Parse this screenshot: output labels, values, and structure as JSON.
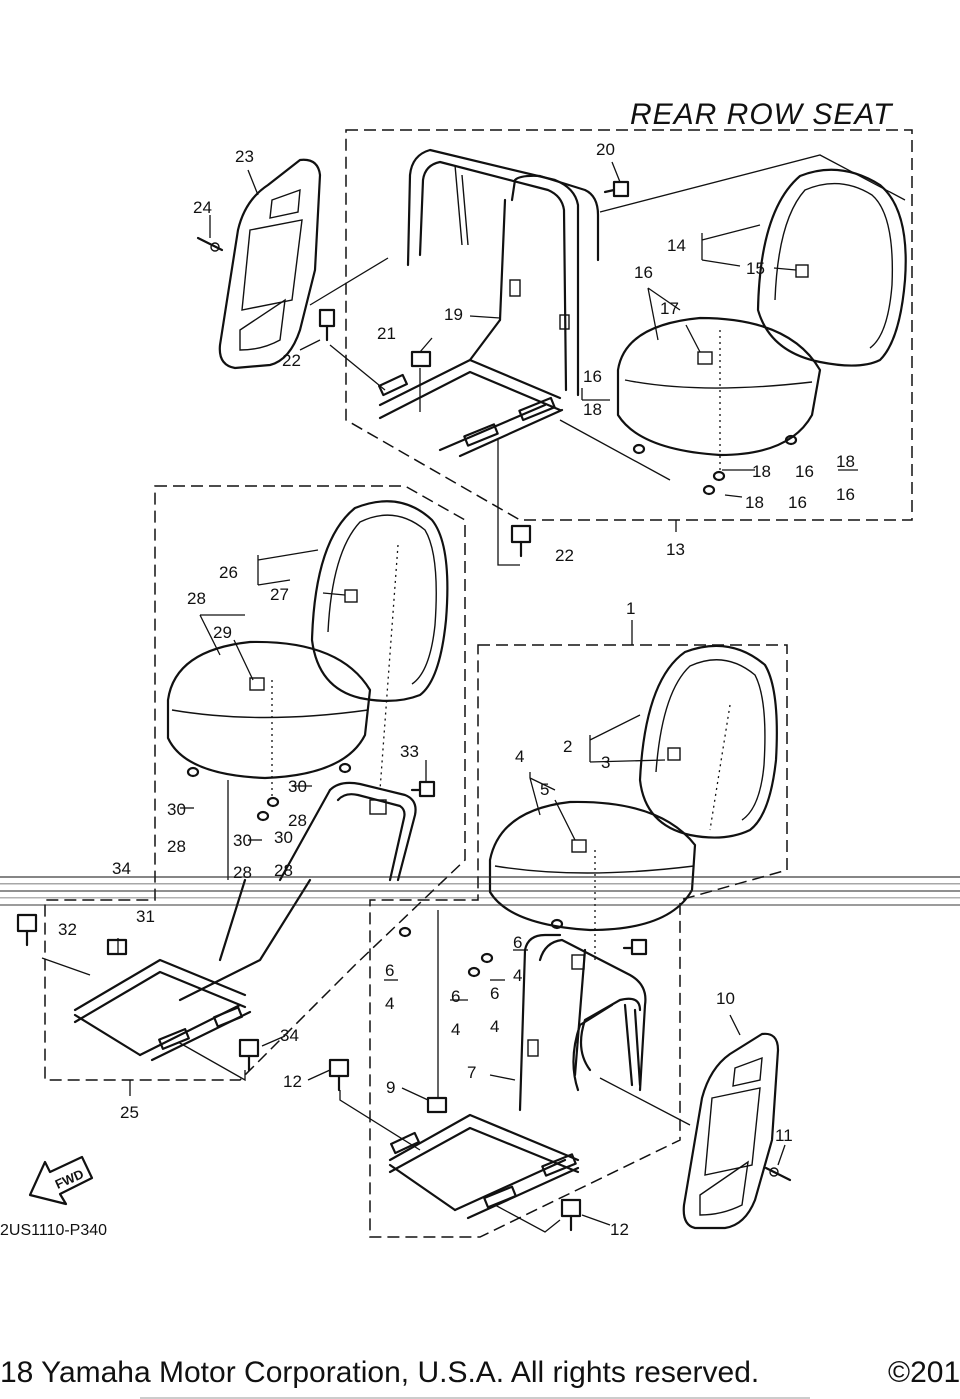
{
  "title": "REAR ROW SEAT",
  "diagram_code": "2US1110-P340",
  "fwd_label": "FWD",
  "copyright_left": "18 Yamaha Motor Corporation, U.S.A. All rights reserved.",
  "copyright_right": "©201",
  "callouts": {
    "c1": "1",
    "c2": "2",
    "c3": "3",
    "c4": "4",
    "c5": "5",
    "c6a": "6",
    "c4a": "4",
    "c6b": "6",
    "c4b": "4",
    "c6c": "6",
    "c4c": "4",
    "c7": "7",
    "c9": "9",
    "c10": "10",
    "c11": "11",
    "c12a": "12",
    "c12b": "12",
    "c13": "13",
    "c14": "14",
    "c15": "15",
    "c16a": "16",
    "c16b": "16",
    "c16c": "16",
    "c16d": "16",
    "c16e": "16",
    "c17": "17",
    "c18a": "18",
    "c18b": "18",
    "c18c": "18",
    "c18d": "18",
    "c19": "19",
    "c20": "20",
    "c21": "21",
    "c22a": "22",
    "c22b": "22",
    "c23": "23",
    "c24": "24",
    "c25": "25",
    "c26": "26",
    "c27": "27",
    "c28": "28",
    "c29": "29",
    "c30a": "30",
    "c28a": "28",
    "c30b": "30",
    "c28b": "28",
    "c30c": "30",
    "c28c": "28",
    "c30d": "30",
    "c28d": "28",
    "c31": "31",
    "c32": "32",
    "c33": "33",
    "c34a": "34",
    "c34b": "34"
  }
}
